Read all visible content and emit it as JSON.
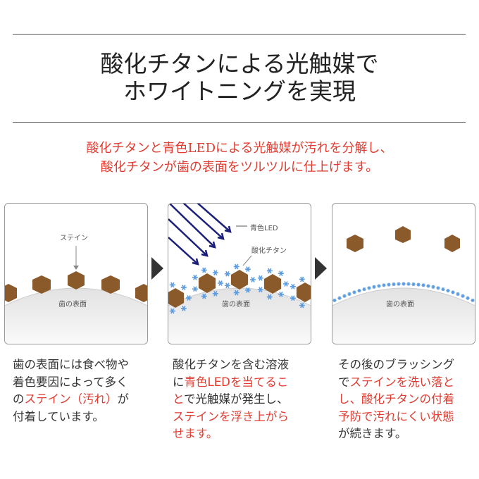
{
  "title": {
    "line1": "酸化チタンによる光触媒で",
    "line2": "ホワイトニングを実現"
  },
  "subtitle": {
    "line1": "酸化チタンと青色LEDによる光触媒が汚れを分解し、",
    "line2": "酸化チタンが歯の表面をツルツルに仕上げます。"
  },
  "panels": [
    {
      "stain_label": "ステイン",
      "surface_label": "歯の表面"
    },
    {
      "led_label": "青色LED",
      "titanium_label": "酸化チタン",
      "surface_label": "歯の表面"
    },
    {
      "surface_label": "歯の表面"
    }
  ],
  "descriptions": [
    {
      "l1": "歯の表面には食べ物や",
      "l2": "着色要因によって多く",
      "l3a": "の",
      "l3b": "ステイン（汚れ）",
      "l3c": "が",
      "l4": "付着しています。"
    },
    {
      "l1": "酸化チタンを含む溶液",
      "l2a": "に",
      "l2b": "青色LEDを当てるこ",
      "l3a": "と",
      "l3b": "で光触媒が発生し、",
      "l4": "ステインを浮き上がら",
      "l5": "せます。"
    },
    {
      "l1": "その後のブラッシング",
      "l2a": "で",
      "l2b": "ステインを洗い落と",
      "l3": "し、酸化チタンの付着",
      "l4": "予防で汚れにくい状態",
      "l5": "が続きます。"
    }
  ],
  "colors": {
    "accent": "#e03c31",
    "stain": "#8b5a2b",
    "led": "#1a1f7a",
    "titanium": "#5b9be0"
  }
}
